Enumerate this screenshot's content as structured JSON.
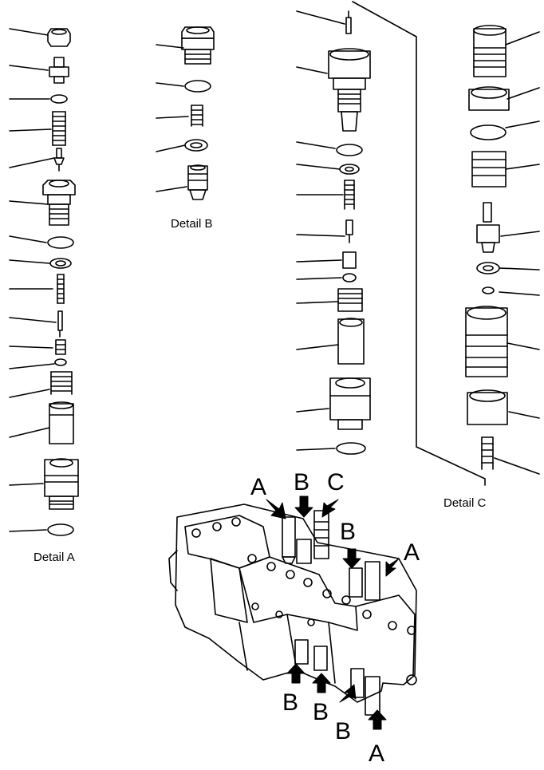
{
  "details": {
    "a": "Detail  A",
    "b": "Detail  B",
    "c": "Detail  C"
  },
  "callouts": {
    "top_a": "A",
    "top_b": "B",
    "top_c": "C",
    "right_b": "B",
    "right_a": "A",
    "bottom_b1": "B",
    "bottom_b2": "B",
    "bottom_b3": "B",
    "bottom_a": "A"
  }
}
